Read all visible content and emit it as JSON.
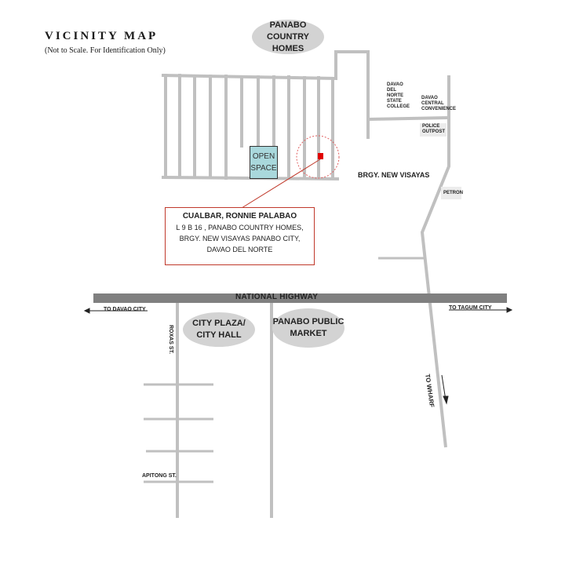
{
  "title": "VICINITY MAP",
  "subtitle": "(Not to Scale. For Identification Only)",
  "landmarks": {
    "panabo_country_homes": [
      "PANABO COUNTRY",
      "HOMES"
    ],
    "city_plaza": [
      "CITY PLAZA/",
      "CITY HALL"
    ],
    "public_market": [
      "PANABO PUBLIC",
      "MARKET"
    ],
    "open_space": [
      "OPEN",
      "SPACE"
    ],
    "dnsc": [
      "DAVAO",
      "DEL",
      "NORTE",
      "STATE",
      "COLLEGE"
    ],
    "gaisano": [
      "DAVAO",
      "CENTRAL",
      "CONVENIENCE"
    ],
    "police": [
      "POLICE",
      "OUTPOST"
    ],
    "petron": "PETRON",
    "barangay": "BRGY. NEW VISAYAS"
  },
  "roads": {
    "highway": "NATIONAL HIGHWAY",
    "to_davao": "TO DAVAO CITY",
    "to_tagum": "TO TAGUM CITY",
    "to_wharf": "TO WHARF",
    "roxas": "ROXAS ST.",
    "apitong": "APITONG ST."
  },
  "owner": {
    "name": "CUALBAR, RONNIE PALABAO",
    "address": [
      "L 9 B 16 , PANABO COUNTRY HOMES,",
      "BRGY. NEW VISAYAS PANABO CITY,",
      "DAVAO DEL NORTE"
    ]
  },
  "colors": {
    "road": "#c0c0c0",
    "highway": "#808080",
    "oval": "#d3d3d3",
    "open_space": "#a9d8dc",
    "marker": "#e00000"
  }
}
